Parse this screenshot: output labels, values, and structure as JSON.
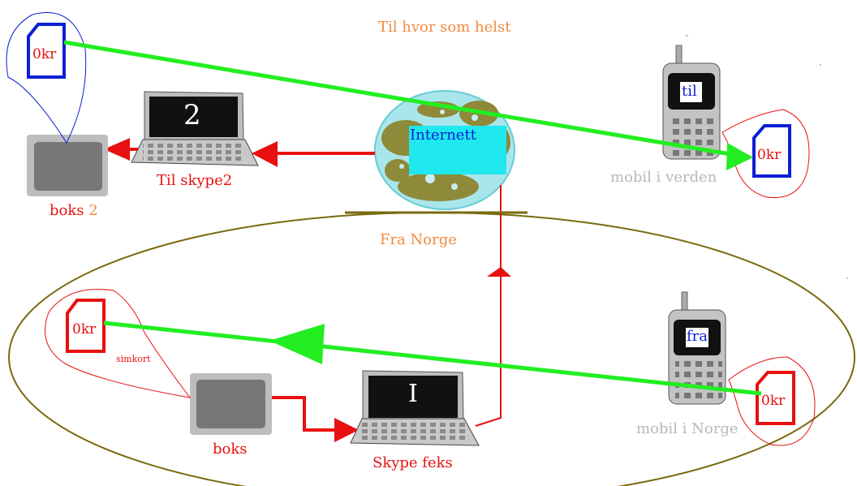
{
  "colors": {
    "red": "#e81010",
    "green": "#22ee22",
    "blue": "#0b1fd6",
    "orange": "#f08a40",
    "olive": "#7a6a10",
    "grey": "#b8b8b8",
    "cyan": "#1fe8ee",
    "globe": "#a8e6ec"
  },
  "labels": {
    "top_caption": "Til hvor som helst",
    "internet": "Internett",
    "laptop_top": "Til skype2",
    "box_top": "boks",
    "box_top_num": "2",
    "laptop_top_screen": "2",
    "mobile_world": "mobil i verden",
    "phone_top_screen": "til",
    "sim_top_left": "0kr",
    "sim_top_right": "0kr",
    "fra_norge": "Fra Norge",
    "sim_bottom_left": "0kr",
    "simkort": "simkort",
    "box_bottom": "boks",
    "laptop_bottom": "Skype feks",
    "laptop_bottom_screen": "I",
    "mobile_norway": "mobil i Norge",
    "phone_bottom_screen": "fra",
    "sim_bottom_right": "0kr"
  }
}
